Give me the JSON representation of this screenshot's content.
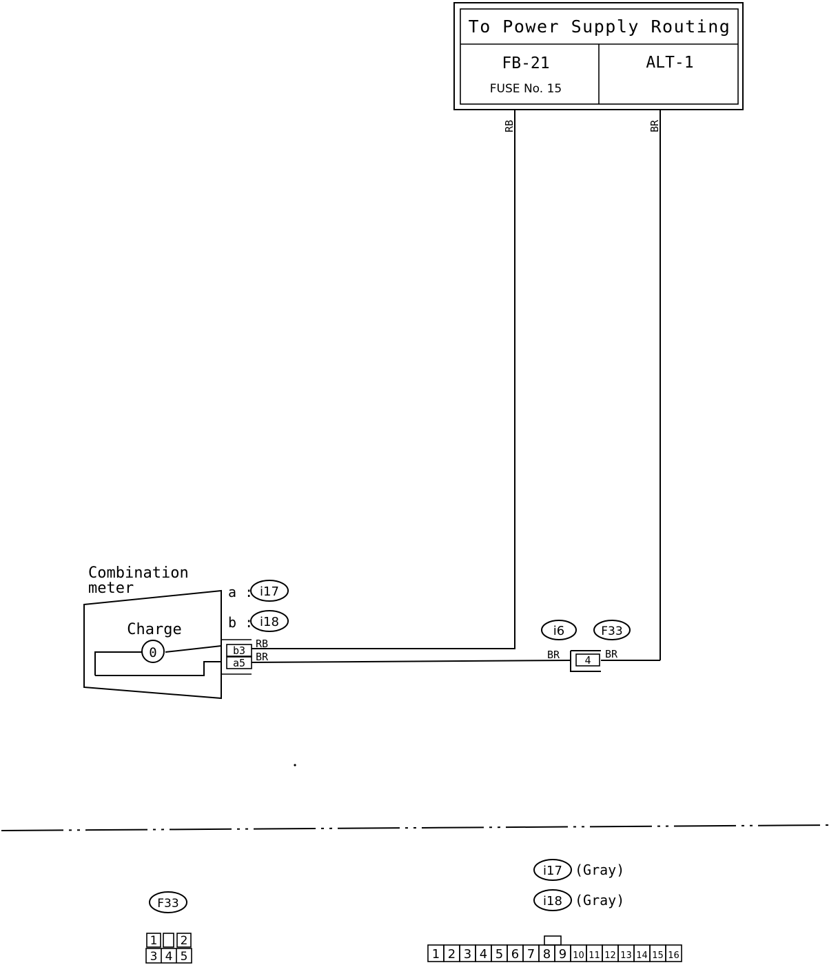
{
  "power_box": {
    "title": "To Power Supply Routing",
    "left_label": "FB-21",
    "left_sub": "FUSE No. 15",
    "right_label": "ALT-1"
  },
  "wires": {
    "rb_vertical": "RB",
    "br_vertical": "BR",
    "rb_meter": "RB",
    "br_meter": "BR",
    "br_i6": "BR",
    "br_f33": "BR"
  },
  "meter": {
    "title_line1": "Combination",
    "title_line2": "meter",
    "gauge_label": "Charge",
    "gauge_symbol": "0",
    "pin_b": "b3",
    "pin_a": "a5",
    "conn_a_prefix": "a :",
    "conn_a": "i17",
    "conn_b_prefix": "b :",
    "conn_b": "i18"
  },
  "junction": {
    "i6": "i6",
    "f33": "F33",
    "pin": "4"
  },
  "connector_views": {
    "f33_label": "F33",
    "f33_top": [
      "1",
      "",
      "2"
    ],
    "f33_bottom": [
      "3",
      "4",
      "5"
    ],
    "i17_label": "i17",
    "i17_color": "(Gray)",
    "i18_label": "i18",
    "i18_color": "(Gray)",
    "i_pins": [
      "1",
      "2",
      "3",
      "4",
      "5",
      "6",
      "7",
      "8",
      "9",
      "10",
      "11",
      "12",
      "13",
      "14",
      "15",
      "16"
    ]
  }
}
